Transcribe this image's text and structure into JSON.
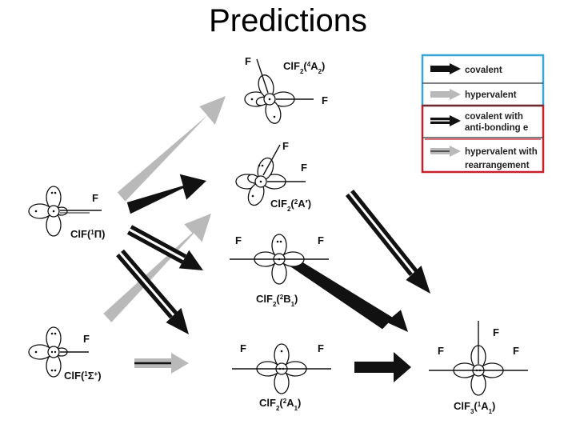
{
  "title": "Predictions",
  "atom_label": "F",
  "legend": {
    "covalent": "covalent",
    "hypervalent": "hypervalent",
    "covalent_anti_1": "covalent with",
    "covalent_anti_2": "anti-bonding e",
    "hyper_rearr_1": "hypervalent with",
    "hyper_rearr_2": "rearrangement"
  },
  "molecules": {
    "clf_pi": {
      "pre": "ClF(",
      "sup": "1",
      "post": "Π)"
    },
    "clf_sigma": {
      "pre": "ClF(",
      "sup": "1",
      "mid": "Σ",
      "sup2": "+",
      "post": ")"
    },
    "clf2_4a": {
      "pre": "ClF",
      "sub": "2",
      "mid": "(",
      "sup": "4",
      "mid2": "A",
      "sub2": "2",
      "post": ")"
    },
    "clf2_2aprime": {
      "pre": "ClF",
      "sub": "2",
      "mid": "(",
      "sup": "2",
      "post": "A′)"
    },
    "clf2_2b1": {
      "pre": "ClF",
      "sub": "2",
      "mid": "(",
      "sup": "2",
      "mid2": "B",
      "sub2": "1",
      "post": ")"
    },
    "clf2_2a1": {
      "pre": "ClF",
      "sub": "2",
      "mid": "(",
      "sup": "2",
      "mid2": "A",
      "sub2": "1",
      "post": ")"
    },
    "clf3": {
      "pre": "ClF",
      "sub": "3",
      "mid": "(",
      "sup": "1",
      "mid2": "A",
      "sub2": "1",
      "post": ")"
    }
  },
  "colors": {
    "covalent": "#111111",
    "hypervalent": "#b9b9b9",
    "legend_blue": "#3aa6d8",
    "legend_red": "#c8202a"
  }
}
